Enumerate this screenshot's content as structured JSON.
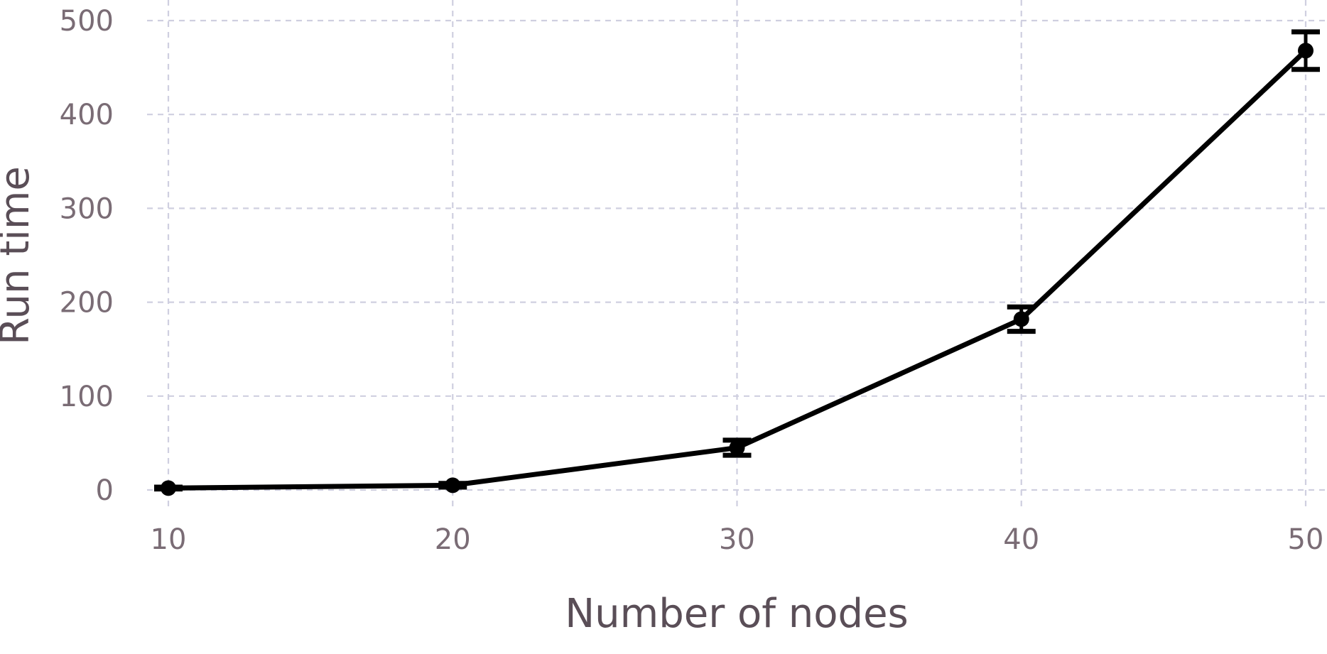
{
  "chart_data": {
    "type": "line",
    "title": "",
    "xlabel": "Number of nodes",
    "ylabel": "Run time",
    "x": [
      10,
      20,
      30,
      40,
      50
    ],
    "x_ticks": [
      "10",
      "20",
      "30",
      "40",
      "50"
    ],
    "y_ticks": [
      "0",
      "100",
      "200",
      "300",
      "400",
      "500"
    ],
    "xlim": [
      10,
      50
    ],
    "ylim": [
      0,
      500
    ],
    "grid": true,
    "series": [
      {
        "values": [
          2,
          5,
          45,
          182,
          468
        ],
        "error": [
          1,
          2,
          8,
          13,
          20
        ],
        "color": "#000000"
      }
    ]
  },
  "colors": {
    "grid": "#cfcfe0",
    "tick_text": "#7a6c75",
    "axis_title": "#5a4e57",
    "series": "#000000"
  }
}
